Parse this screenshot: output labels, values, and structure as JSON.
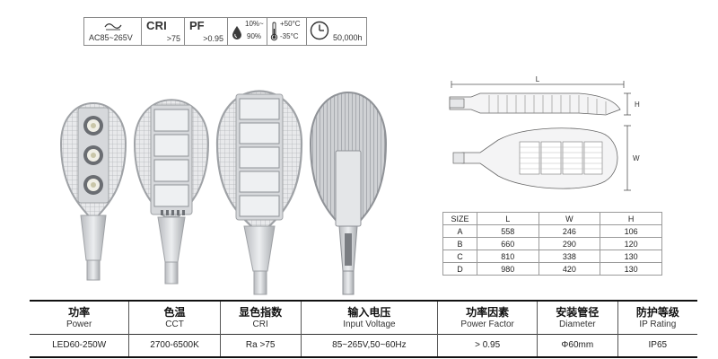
{
  "badges": {
    "voltage": {
      "icon": "ac-wave-icon",
      "text": "AC85~265V"
    },
    "cri": {
      "label": "CRI",
      "value": ">75"
    },
    "pf": {
      "label": "PF",
      "value": ">0.95"
    },
    "humidity": {
      "icon": "droplet-icon",
      "line1": "10%~",
      "line2": "90%"
    },
    "temperature": {
      "icon": "thermometer-icon",
      "line1": "+50°C",
      "line2": "-35°C"
    },
    "lifetime": {
      "icon": "clock-icon",
      "text": "50,000h"
    }
  },
  "drawing": {
    "length_label": "L",
    "height_label": "H",
    "width_label": "W"
  },
  "size_table": {
    "headers": [
      "SIZE",
      "L",
      "W",
      "H"
    ],
    "rows": [
      [
        "A",
        "558",
        "246",
        "106"
      ],
      [
        "B",
        "660",
        "290",
        "120"
      ],
      [
        "C",
        "810",
        "338",
        "130"
      ],
      [
        "D",
        "980",
        "420",
        "130"
      ]
    ]
  },
  "spec_table": {
    "headers": [
      {
        "cn": "功率",
        "en": "Power"
      },
      {
        "cn": "色温",
        "en": "CCT"
      },
      {
        "cn": "显色指数",
        "en": "CRI"
      },
      {
        "cn": "输入电压",
        "en": "Input Voltage"
      },
      {
        "cn": "功率因素",
        "en": "Power Factor"
      },
      {
        "cn": "安装管径",
        "en": "Diameter"
      },
      {
        "cn": "防护等级",
        "en": "IP Rating"
      }
    ],
    "values": [
      "LED60-250W",
      "2700-6500K",
      "Ra >75",
      "85~265V,50~60Hz",
      "> 0.95",
      "Φ60mm",
      "IP65"
    ]
  },
  "colors": {
    "lamp_body": "#d9dbde",
    "lamp_shadow": "#8e9196",
    "led_chip": "#f4f4f0",
    "table_border": "#9a9a9a"
  }
}
